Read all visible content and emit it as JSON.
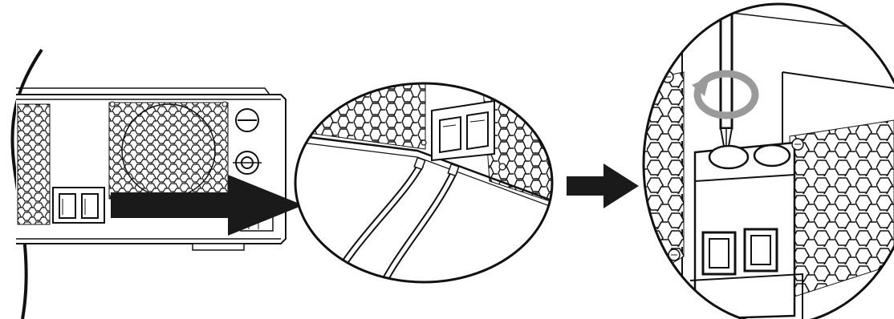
{
  "diagram": {
    "steps": [
      {
        "id": "inverter-side-view",
        "description_visible_text": ""
      },
      {
        "id": "terminal-wire-insertion",
        "description_visible_text": ""
      },
      {
        "id": "screw-tightening-closeup",
        "description_visible_text": ""
      }
    ],
    "colors": {
      "line": "#111111",
      "background": "#ffffff",
      "arrow": "#1a1a1a",
      "rotation_arrow": "#9a9a9a",
      "mesh_fill": "#ffffff"
    },
    "icons": [
      "arrow-right-icon",
      "rotation-arrow-icon",
      "screwdriver-icon",
      "grounding-symbol-icon"
    ]
  }
}
